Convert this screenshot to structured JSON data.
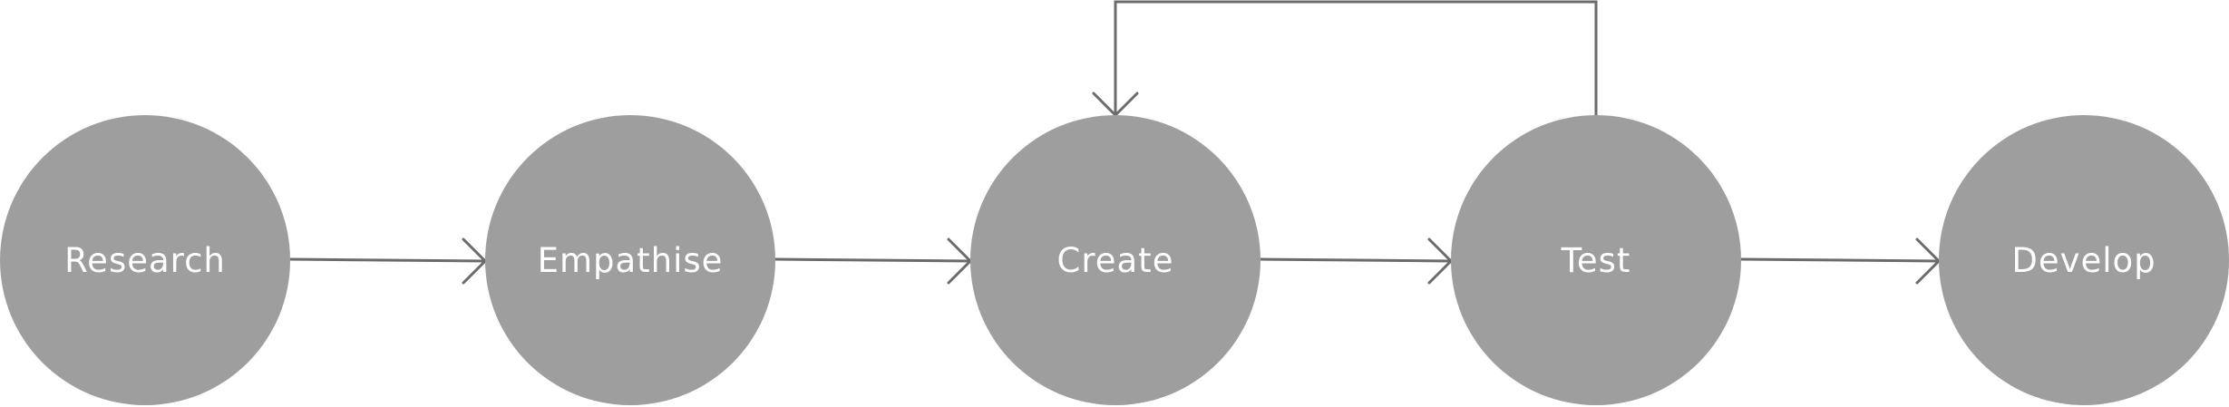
{
  "diagram": {
    "colors": {
      "node_fill": "#9e9e9e",
      "edge_stroke": "#6b6b6b",
      "label": "#ffffff"
    },
    "nodes": [
      {
        "id": "research",
        "label": "Research"
      },
      {
        "id": "empathise",
        "label": "Empathise"
      },
      {
        "id": "create",
        "label": "Create"
      },
      {
        "id": "test",
        "label": "Test"
      },
      {
        "id": "develop",
        "label": "Develop"
      }
    ],
    "edges": [
      {
        "from": "research",
        "to": "empathise"
      },
      {
        "from": "empathise",
        "to": "create"
      },
      {
        "from": "create",
        "to": "test"
      },
      {
        "from": "test",
        "to": "develop"
      },
      {
        "from": "test",
        "to": "create",
        "route": "loop-over-top"
      }
    ]
  }
}
